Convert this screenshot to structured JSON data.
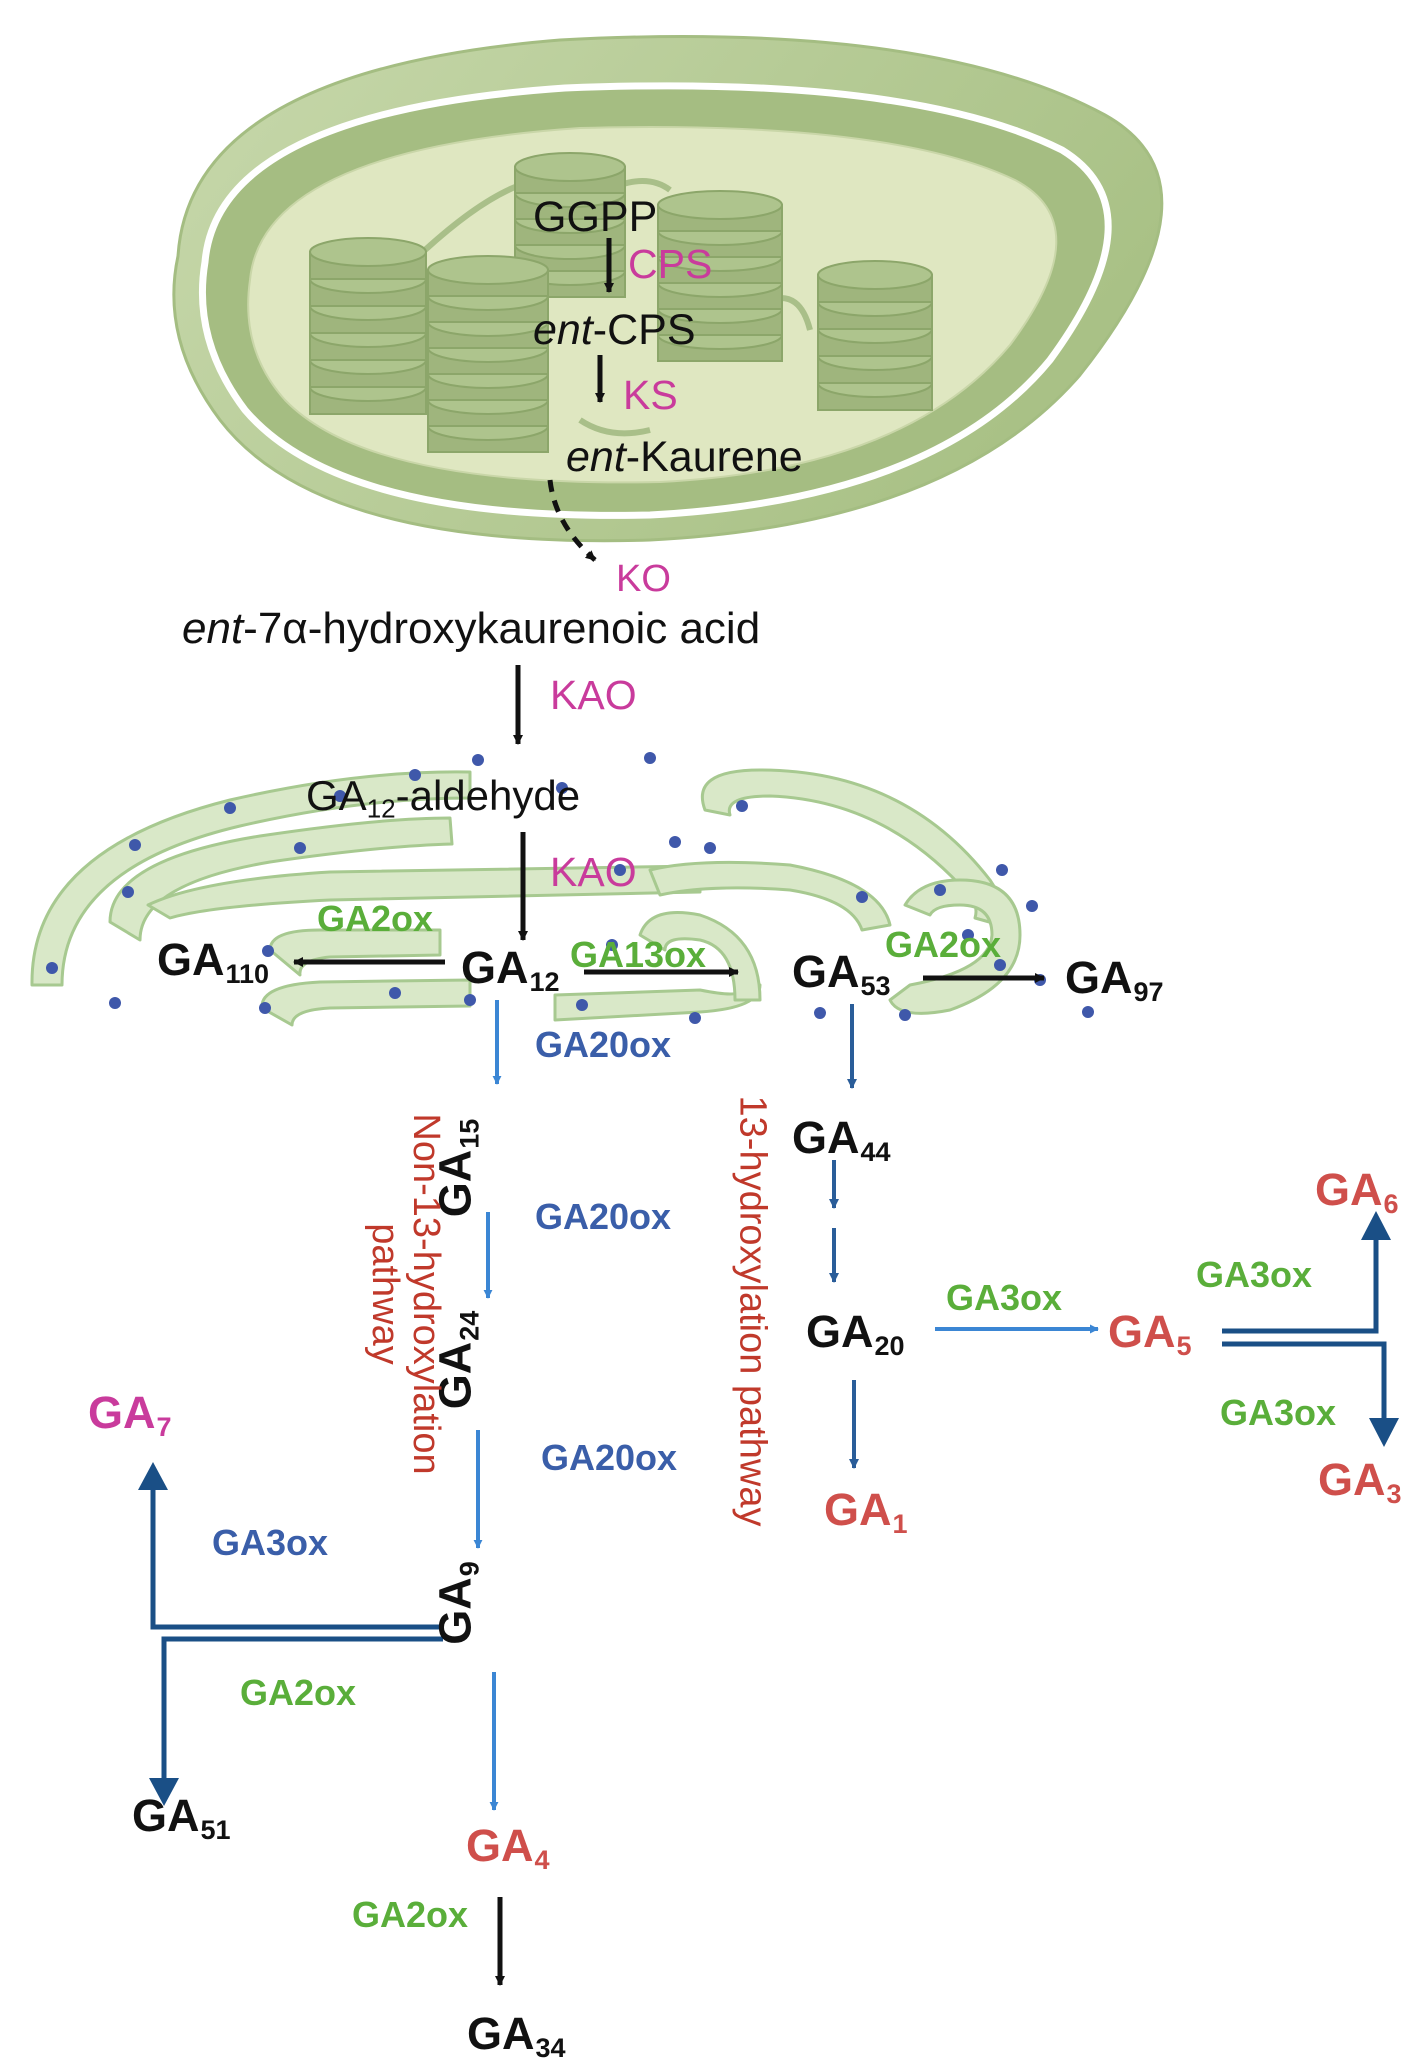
{
  "colors": {
    "black": "#111111",
    "pink": "#c93b9c",
    "green": "#5aae3a",
    "dark_blue": "#3a5ea9",
    "red": "#cf4f4b",
    "pathway_red": "#c0392b",
    "arrow_blue": "#3b86d4",
    "arrow_navy": "#1a4f86",
    "plastid_green": "#b6cc96",
    "er_green": "#d4e6c2",
    "ribosome": "#3f58aa"
  },
  "plastid": {
    "ggpp": "GGPP",
    "cps": "CPS",
    "ent_cps": {
      "italic": "ent",
      "rest": "-CPS"
    },
    "ks": "KS",
    "ent_kaurene": {
      "italic": "ent",
      "rest": "-Kaurene"
    }
  },
  "ko": "KO",
  "ent_acid": {
    "italic": "ent",
    "rest": "-7α-hydroxykaurenoic acid"
  },
  "kao_1": "KAO",
  "kao_2": "KAO",
  "ga12_aldehyde": {
    "base": "GA",
    "sub": "12",
    "rest": "-aldehyde"
  },
  "compounds": {
    "ga110": {
      "base": "GA",
      "sub": "110"
    },
    "ga12": {
      "base": "GA",
      "sub": "12"
    },
    "ga53": {
      "base": "GA",
      "sub": "53"
    },
    "ga97": {
      "base": "GA",
      "sub": "97"
    },
    "ga15": {
      "base": "GA",
      "sub": "15"
    },
    "ga24": {
      "base": "GA",
      "sub": "24"
    },
    "ga9": {
      "base": "GA",
      "sub": "9"
    },
    "ga44": {
      "base": "GA",
      "sub": "44"
    },
    "ga20": {
      "base": "GA",
      "sub": "20"
    },
    "ga1": {
      "base": "GA",
      "sub": "1"
    },
    "ga5": {
      "base": "GA",
      "sub": "5"
    },
    "ga6": {
      "base": "GA",
      "sub": "6"
    },
    "ga3": {
      "base": "GA",
      "sub": "3"
    },
    "ga7": {
      "base": "GA",
      "sub": "7"
    },
    "ga51": {
      "base": "GA",
      "sub": "51"
    },
    "ga4": {
      "base": "GA",
      "sub": "4"
    },
    "ga34": {
      "base": "GA",
      "sub": "34"
    }
  },
  "enzymes": {
    "ga2ox_left": "GA2ox",
    "ga13ox": "GA13ox",
    "ga2ox_right": "GA2ox",
    "ga20ox_1": "GA20ox",
    "ga20ox_2": "GA20ox",
    "ga20ox_3": "GA20ox",
    "ga3ox_ga9": "GA3ox",
    "ga2ox_ga9": "GA2ox",
    "ga2ox_ga4": "GA2ox",
    "ga3ox_ga20": "GA3ox",
    "ga3ox_ga6": "GA3ox",
    "ga3ox_ga3": "GA3ox"
  },
  "pathways": {
    "non13_line1": "Non-13-hydroxylation",
    "non13_line2": "pathway",
    "p13": "13-hydroxylation pathway"
  }
}
